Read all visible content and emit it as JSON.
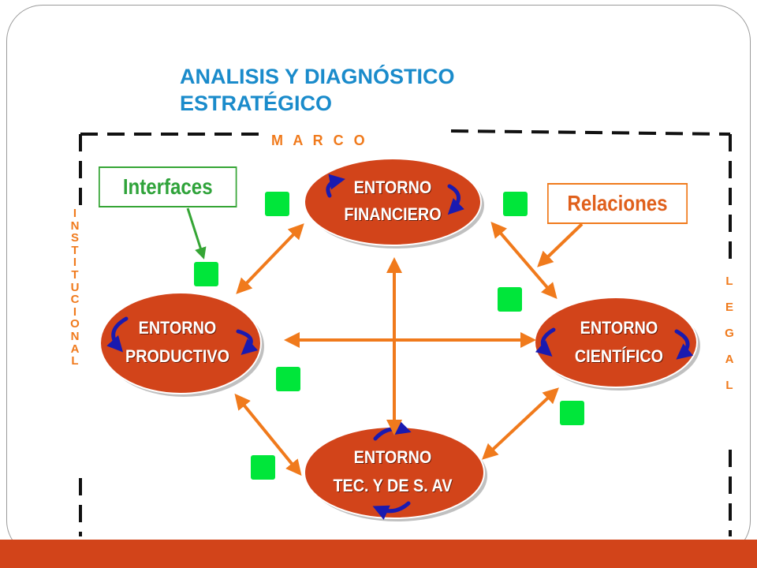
{
  "title": {
    "line1": "ANALISIS Y DIAGNÓSTICO",
    "line2": "ESTRATÉGICO"
  },
  "frame_labels": {
    "top": "M A R C O",
    "left_letters": [
      "I",
      "N",
      "S",
      "T",
      "I",
      "T",
      "U",
      "C",
      "I",
      "O",
      "N",
      "A",
      "L"
    ],
    "right_letters": [
      "L",
      "E",
      "G",
      "A",
      "L"
    ]
  },
  "callouts": {
    "interfaces": "Interfaces",
    "relaciones": "Relaciones"
  },
  "nodes": {
    "financiero": {
      "line1": "ENTORNO",
      "line2": "FINANCIERO"
    },
    "productivo": {
      "line1": "ENTORNO",
      "line2": "PRODUCTIVO"
    },
    "cientifico": {
      "line1": "ENTORNO",
      "line2": "CIENTÍFICO"
    },
    "tecnologico": {
      "line1": "ENTORNO",
      "line2": "TEC. Y DE S. AV"
    }
  },
  "colors": {
    "title": "#1a8bcb",
    "accent_orange": "#f07a1c",
    "node_fill": "#d2441a",
    "interface_green": "#00e63a",
    "cycle_arrow_blue": "#1a1ab0"
  }
}
